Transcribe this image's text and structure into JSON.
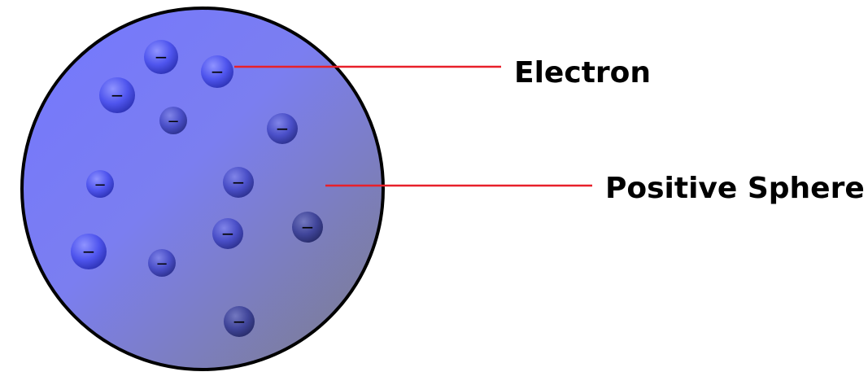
{
  "labels": {
    "electron": "Electron",
    "positive_sphere": "Positive Sphere"
  },
  "electron_symbol": "−",
  "electron_count": 12,
  "colors": {
    "sphere_light": "#7a7dff",
    "sphere_dark": "#7f7f8f",
    "sphere_outline": "#000000",
    "electron_light": "#6c70ff",
    "electron_dark": "#2f3388",
    "leader_line": "#e8202a",
    "label_text": "#000000"
  }
}
